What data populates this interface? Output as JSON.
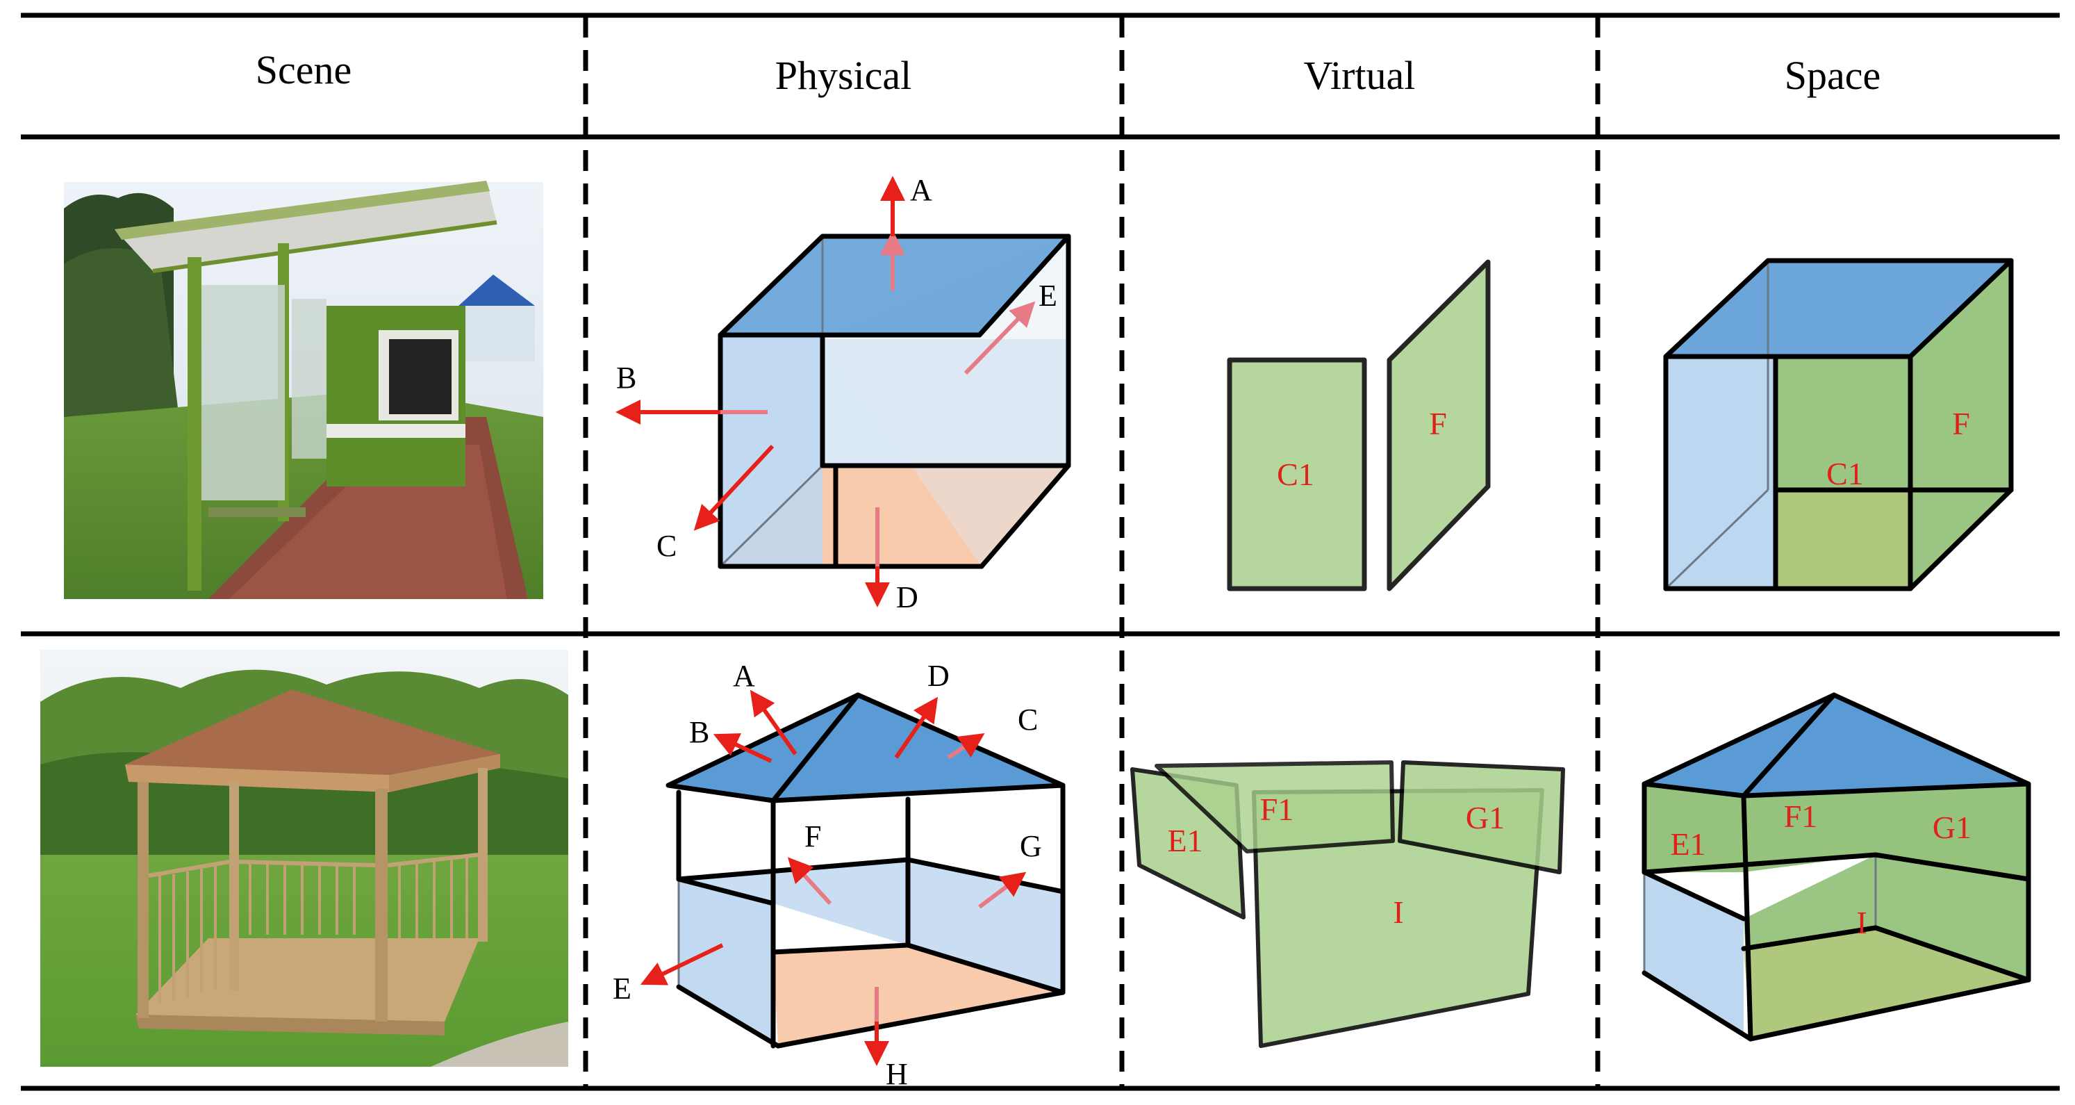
{
  "headers": [
    "Scene",
    "Physical",
    "Virtual",
    "Space"
  ],
  "row1": {
    "physical_labels": [
      "A",
      "B",
      "C",
      "D",
      "E"
    ],
    "virtual_labels": [
      "C1",
      "F"
    ],
    "space_labels": [
      "C1",
      "F"
    ]
  },
  "row2": {
    "physical_labels": [
      "A",
      "B",
      "C",
      "D",
      "E",
      "F",
      "G",
      "H"
    ],
    "virtual_labels": [
      "E1",
      "F1",
      "G1",
      "I"
    ],
    "space_labels": [
      "E1",
      "F1",
      "G1",
      "I"
    ]
  },
  "colors": {
    "roof_blue": "#5b9bd5",
    "wall_light_blue": "#b7d3ee",
    "wall_pale_blue": "#dce9f6",
    "floor_peach": "#f8cbad",
    "virtual_green": "#a9d18e",
    "space_green": "#8fbf75",
    "arrow_red": "#e8201a"
  }
}
